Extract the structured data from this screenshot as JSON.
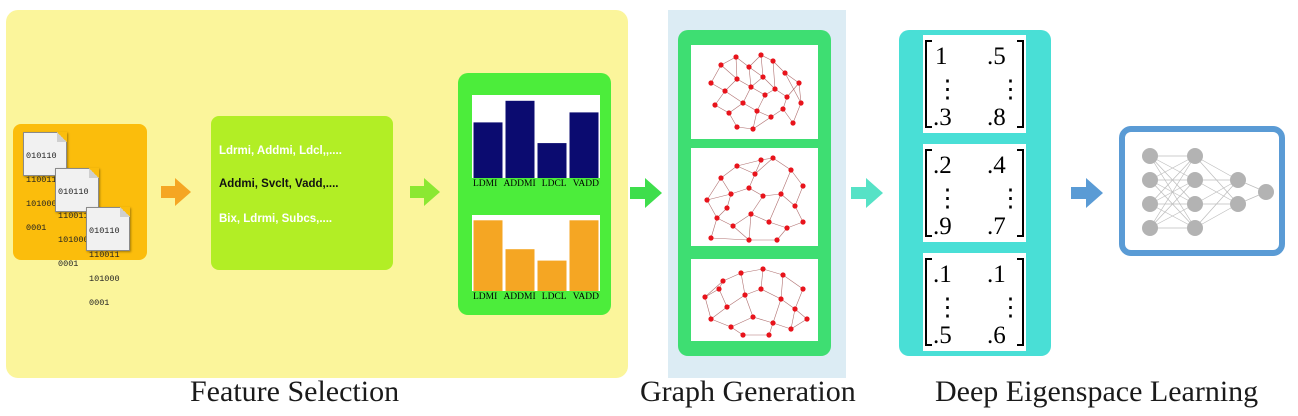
{
  "stages": {
    "feature_selection": "Feature Selection",
    "graph_generation": "Graph Generation",
    "deep_learning": "Deep Eigenspace Learning"
  },
  "binary_files": [
    [
      "010110",
      "110011",
      "101000",
      "0001"
    ],
    [
      "010110",
      "110011",
      "101000",
      "0001"
    ],
    [
      "010110",
      "110011",
      "101000",
      "0001"
    ]
  ],
  "feature_lines": [
    "Ldrmi, Addmi, Ldcl,,....",
    "Addmi, Svclt, Vadd,....",
    "Bix, Ldrmi, Subcs,...."
  ],
  "chart_data": [
    {
      "type": "bar",
      "categories": [
        "LDMI",
        "ADDMI",
        "LDCL",
        "VADD"
      ],
      "values": [
        0.67,
        0.93,
        0.42,
        0.79
      ],
      "color": "#0b0b70",
      "ylim": [
        0,
        1
      ]
    },
    {
      "type": "bar",
      "categories": [
        "LDMI",
        "ADDMI",
        "LDCL",
        "VADD"
      ],
      "values": [
        0.93,
        0.55,
        0.4,
        0.93
      ],
      "color": "#f5a623",
      "ylim": [
        0,
        1
      ]
    }
  ],
  "matrices": [
    {
      "tl": "1",
      "tr": ".5",
      "ml": "⋮",
      "mr": "⋮",
      "bl": ".3",
      "br": ".8"
    },
    {
      "tl": ".2",
      "tr": ".4",
      "ml": "⋮",
      "mr": "⋮",
      "bl": ".9",
      "br": ".7"
    },
    {
      "tl": ".1",
      "tr": ".1",
      "ml": "⋮",
      "mr": "⋮",
      "bl": ".5",
      "br": ".6"
    }
  ],
  "colors": {
    "feature_bg": "#fbf59b",
    "graph_bg": "#dcecf4",
    "files_box": "#fbbd0c",
    "features_box": "#b2ee25",
    "chart_box": "#4ced3b",
    "graph_box": "#3ede72",
    "matrix_box": "#49dfd6",
    "nn_border": "#5a9bd5",
    "graph_node": "#e8131b",
    "nn_node": "#b3b3b3"
  },
  "icons": {
    "file": "binary-file-icon",
    "arrow": "arrow-right-icon",
    "network": "neural-network-icon"
  }
}
